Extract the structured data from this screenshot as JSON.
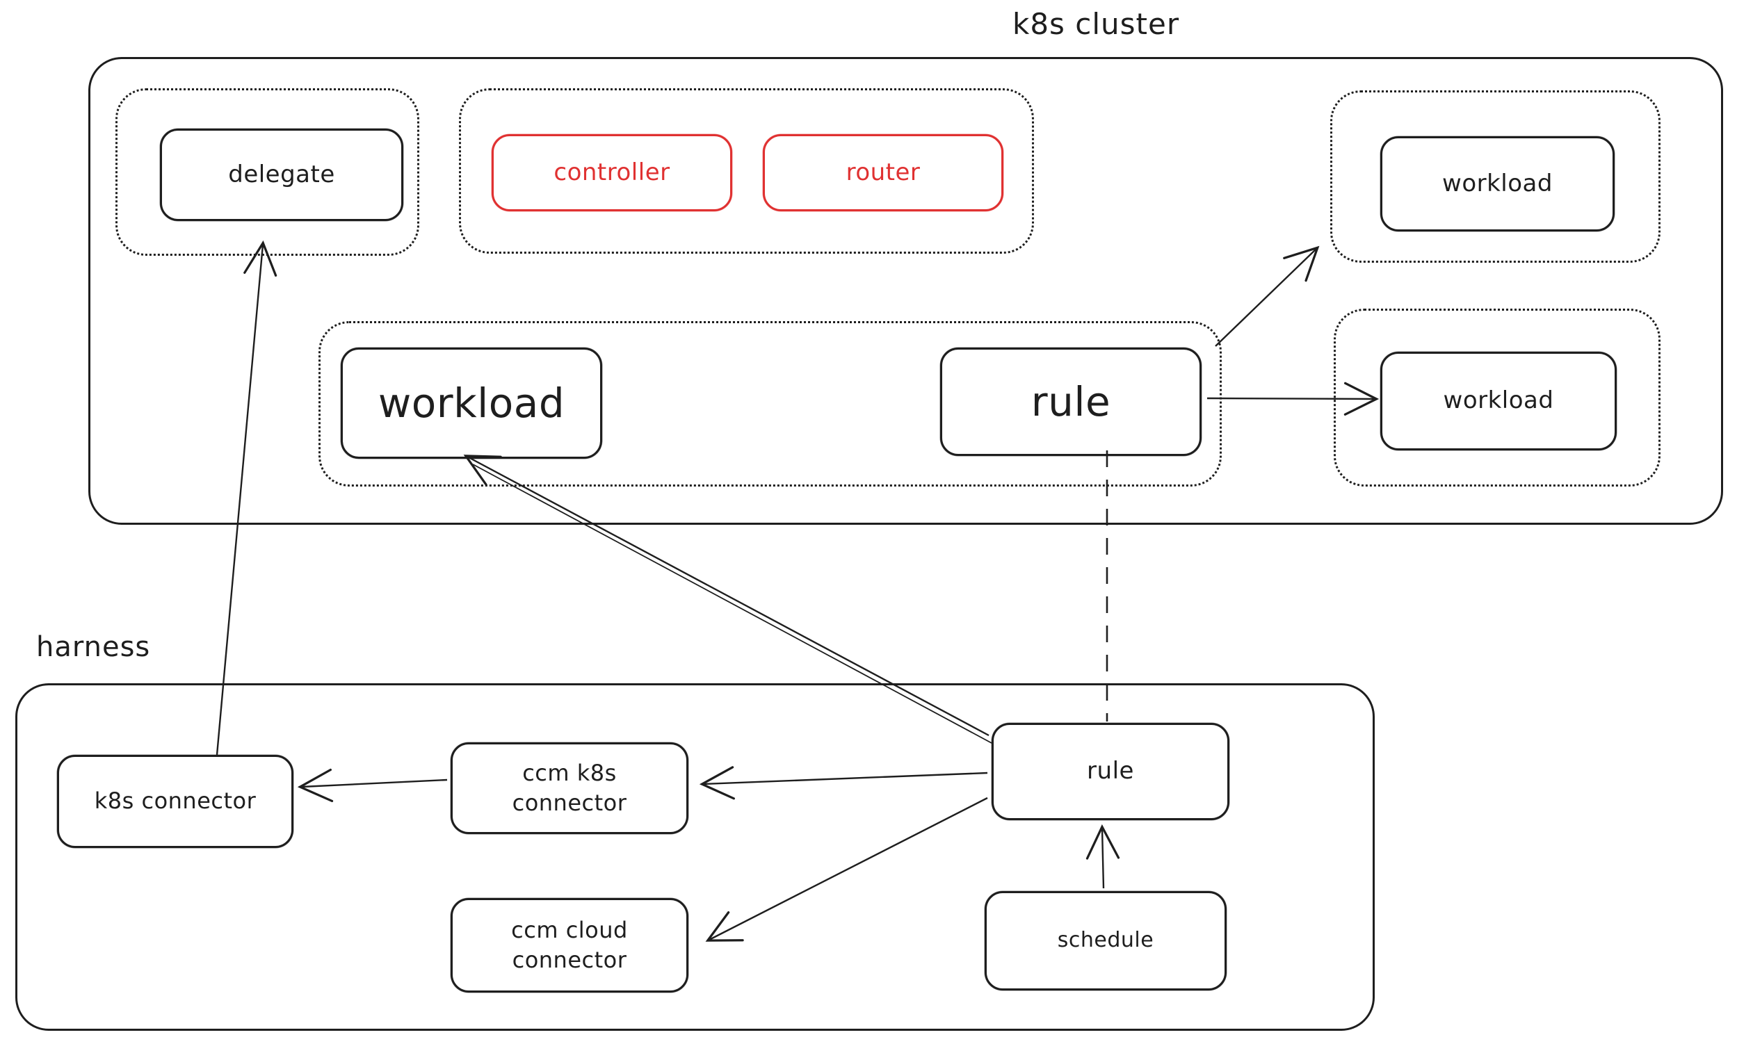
{
  "colors": {
    "ink": "#1e1e1e",
    "red": "#e03131",
    "background": "#ffffff"
  },
  "clusters": {
    "k8s": {
      "label": "k8s cluster"
    },
    "harness": {
      "label": "harness"
    }
  },
  "nodes": {
    "delegate": {
      "label": "delegate"
    },
    "controller": {
      "label": "controller"
    },
    "router": {
      "label": "router"
    },
    "workload_top": {
      "label": "workload"
    },
    "workload_main": {
      "label": "workload"
    },
    "rule_k8s": {
      "label": "rule"
    },
    "workload_right": {
      "label": "workload"
    },
    "k8s_connector": {
      "label": "k8s connector"
    },
    "ccm_k8s_connector": {
      "line1": "ccm k8s",
      "line2": "connector"
    },
    "ccm_cloud_connector": {
      "line1": "ccm cloud",
      "line2": "connector"
    },
    "rule_harness": {
      "label": "rule"
    },
    "schedule": {
      "label": "schedule"
    }
  }
}
